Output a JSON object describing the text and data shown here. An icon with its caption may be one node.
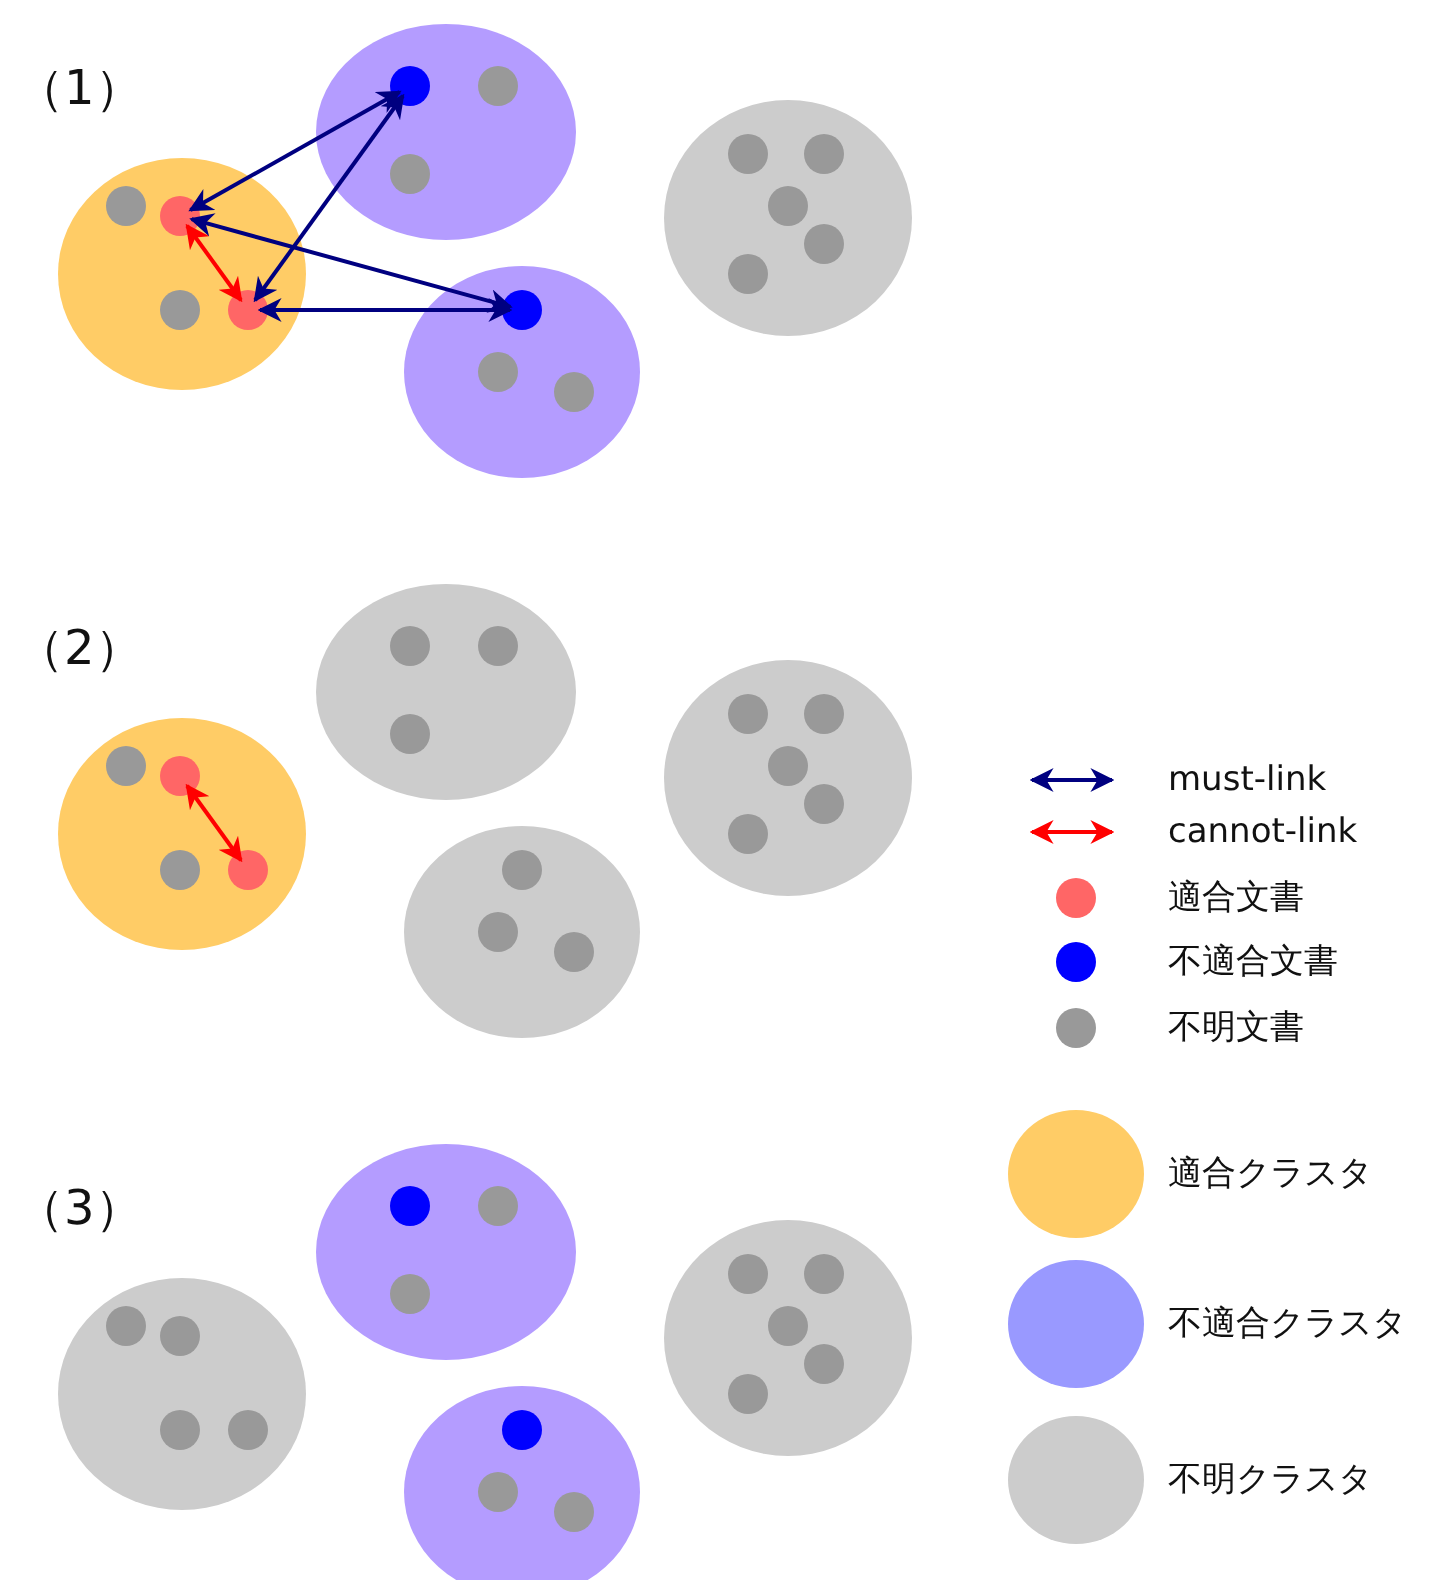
{
  "diagram": {
    "nodes": [
      {
        "text": [],
        "shape": "ellipse"
      },
      {
        "text": [],
        "shape": "circle",
        "in": 0
      },
      {
        "text": [],
        "shape": "circle",
        "in": 0
      },
      {
        "text": [],
        "shape": "circle",
        "in": 0
      },
      {
        "text": [],
        "shape": "circle",
        "in": 0
      },
      {
        "text": [],
        "shape": "ellipse"
      },
      {
        "text": [],
        "shape": "circle",
        "in": 5
      },
      {
        "text": [],
        "shape": "circle",
        "in": 5
      },
      {
        "text": [],
        "shape": "circle",
        "in": 5
      },
      {
        "text": [],
        "shape": "ellipse"
      },
      {
        "text": [],
        "shape": "circle",
        "in": 9
      },
      {
        "text": [],
        "shape": "circle",
        "in": 9
      },
      {
        "text": [],
        "shape": "circle",
        "in": 9
      },
      {
        "text": [],
        "shape": "ellipse"
      },
      {
        "text": [],
        "shape": "circle",
        "in": 13
      },
      {
        "text": [],
        "shape": "circle",
        "in": 13
      },
      {
        "text": [],
        "shape": "circle",
        "in": 13
      },
      {
        "text": [],
        "shape": "circle",
        "in": 13
      },
      {
        "text": [],
        "shape": "circle",
        "in": 13
      },
      {
        "text": [],
        "shape": "ellipse"
      },
      {
        "text": [],
        "shape": "circle",
        "in": 19
      },
      {
        "text": [],
        "shape": "circle",
        "in": 19
      },
      {
        "text": [],
        "shape": "circle",
        "in": 19
      },
      {
        "text": [],
        "shape": "circle",
        "in": 19
      },
      {
        "text": [],
        "shape": "ellipse"
      },
      {
        "text": [],
        "shape": "circle",
        "in": 24
      },
      {
        "text": [],
        "shape": "circle",
        "in": 24
      },
      {
        "text": [],
        "shape": "circle",
        "in": 24
      },
      {
        "text": [],
        "shape": "ellipse"
      },
      {
        "text": [],
        "shape": "circle",
        "in": 28
      },
      {
        "text": [],
        "shape": "circle",
        "in": 28
      },
      {
        "text": [],
        "shape": "circle",
        "in": 28
      },
      {
        "text": [],
        "shape": "ellipse"
      },
      {
        "text": [],
        "shape": "circle",
        "in": 32
      },
      {
        "text": [],
        "shape": "circle",
        "in": 32
      },
      {
        "text": [],
        "shape": "circle",
        "in": 32
      },
      {
        "text": [],
        "shape": "circle",
        "in": 32
      },
      {
        "text": [],
        "shape": "circle",
        "in": 32
      },
      {
        "text": [],
        "shape": "ellipse"
      },
      {
        "text": [],
        "shape": "circle",
        "in": 38
      },
      {
        "text": [],
        "shape": "circle",
        "in": 38
      },
      {
        "text": [],
        "shape": "circle",
        "in": 38
      },
      {
        "text": [],
        "shape": "circle",
        "in": 38
      },
      {
        "text": [],
        "shape": "ellipse"
      },
      {
        "text": [],
        "shape": "circle",
        "in": 43
      },
      {
        "text": [],
        "shape": "circle",
        "in": 43
      },
      {
        "text": [],
        "shape": "circle",
        "in": 43
      },
      {
        "text": [],
        "shape": "ellipse"
      },
      {
        "text": [],
        "shape": "circle",
        "in": 47
      },
      {
        "text": [],
        "shape": "circle",
        "in": 47
      },
      {
        "text": [],
        "shape": "circle",
        "in": 47
      },
      {
        "text": [],
        "shape": "ellipse"
      },
      {
        "text": [],
        "shape": "circle",
        "in": 51
      },
      {
        "text": [],
        "shape": "circle",
        "in": 51
      },
      {
        "text": [],
        "shape": "circle",
        "in": 51
      },
      {
        "text": [],
        "shape": "circle",
        "in": 51
      },
      {
        "text": [],
        "shape": "circle",
        "in": 51
      }
    ],
    "edges": [
      {
        "from": 2,
        "to": 4,
        "arrow": "both",
        "color": "#ff0000"
      },
      {
        "from": 6,
        "to": 2,
        "arrow": "both"
      },
      {
        "from": 6,
        "to": 4,
        "arrow": "both"
      },
      {
        "from": 2,
        "to": 10,
        "arrow": "both"
      },
      {
        "from": 4,
        "to": 10,
        "arrow": "both"
      },
      {
        "from": 21,
        "to": 23,
        "arrow": "both",
        "color": "#ff0000"
      }
    ],
    "labels": [
      "（1）",
      "（2）",
      "（3）"
    ],
    "legend": [
      {
        "text": "must-link"
      },
      {
        "text": "cannot-link"
      },
      {
        "text": "適合文書",
        "color": "#ff6666"
      },
      {
        "text": "不適合文書",
        "color": "#0000ff"
      },
      {
        "text": "不明文書",
        "color": "#999999"
      },
      {
        "text": "適合クラスタ",
        "color": "#ffcc66"
      },
      {
        "text": "不適合クラスタ",
        "color": "#9999ff"
      },
      {
        "text": "不明クラスタ",
        "color": "#cccccc"
      }
    ]
  }
}
